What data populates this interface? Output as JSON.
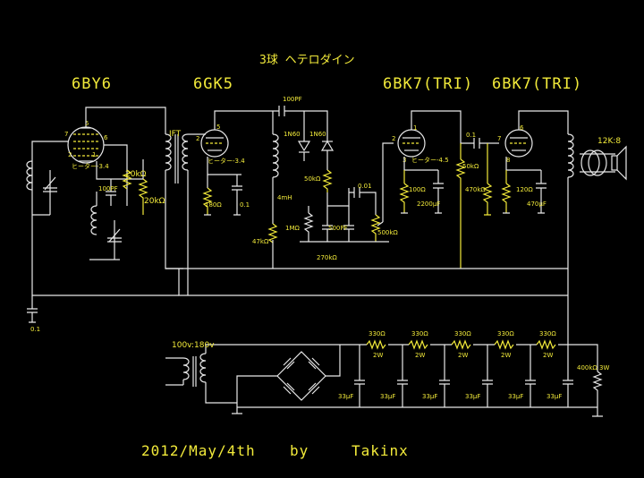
{
  "title": "3球 ヘテロダイン",
  "tubes": {
    "t1": "6BY6",
    "t2": "6GK5",
    "t3": "6BK7(TRI)",
    "t4": "6BK7(TRI)"
  },
  "footer": {
    "date": "2012/May/4th",
    "by": "by",
    "author": "Takinx"
  },
  "labels": {
    "ift": "IFT",
    "spk": "12K:8",
    "c100pf_top": "100PF",
    "d1": "1N60",
    "d2": "1N60",
    "r50k_det": "50kΩ",
    "c001": "0.01",
    "c01": "0.1",
    "r50k_grid": "50kΩ",
    "r470k": "470kΩ",
    "r100": "100Ω",
    "c2200": "2200μF",
    "r120": "120Ω",
    "c470": "470μF",
    "r1m": "1MΩ",
    "c500pf": "500PF",
    "vr500k": "500kΩ",
    "r270k": "270kΩ",
    "r20k_a": "20kΩ",
    "r20k_b": "20kΩ",
    "c100pf_osc": "100PF",
    "r180": "180Ω",
    "c01_b": "0.1",
    "l4mh": "4mH",
    "r47k": "47kΩ",
    "c01_left": "0.1",
    "heater1": "ヒーター-3.4",
    "heater2": "ヒーター-3.4",
    "heater3": "ヒーター-4.5",
    "pin5a": "5",
    "pin7a": "7",
    "pin6a": "6",
    "pin2a": "2",
    "pin1a": "1",
    "pin5b": "5",
    "pin2b": "2",
    "pin1c": "1",
    "pin2c": "2",
    "pin3c": "3",
    "pin6d": "6",
    "pin7d": "7",
    "pin8d": "8",
    "tr_ratio": "100v:180v",
    "res_ps": [
      "330Ω",
      "330Ω",
      "330Ω",
      "330Ω",
      "330Ω"
    ],
    "res_ps_w": [
      "2W",
      "2W",
      "2W",
      "2W",
      "2W"
    ],
    "caps_ps": [
      "33μF",
      "33μF",
      "33μF",
      "33μF",
      "33μF",
      "33μF"
    ],
    "bleeder": "400kΩ 3W"
  }
}
